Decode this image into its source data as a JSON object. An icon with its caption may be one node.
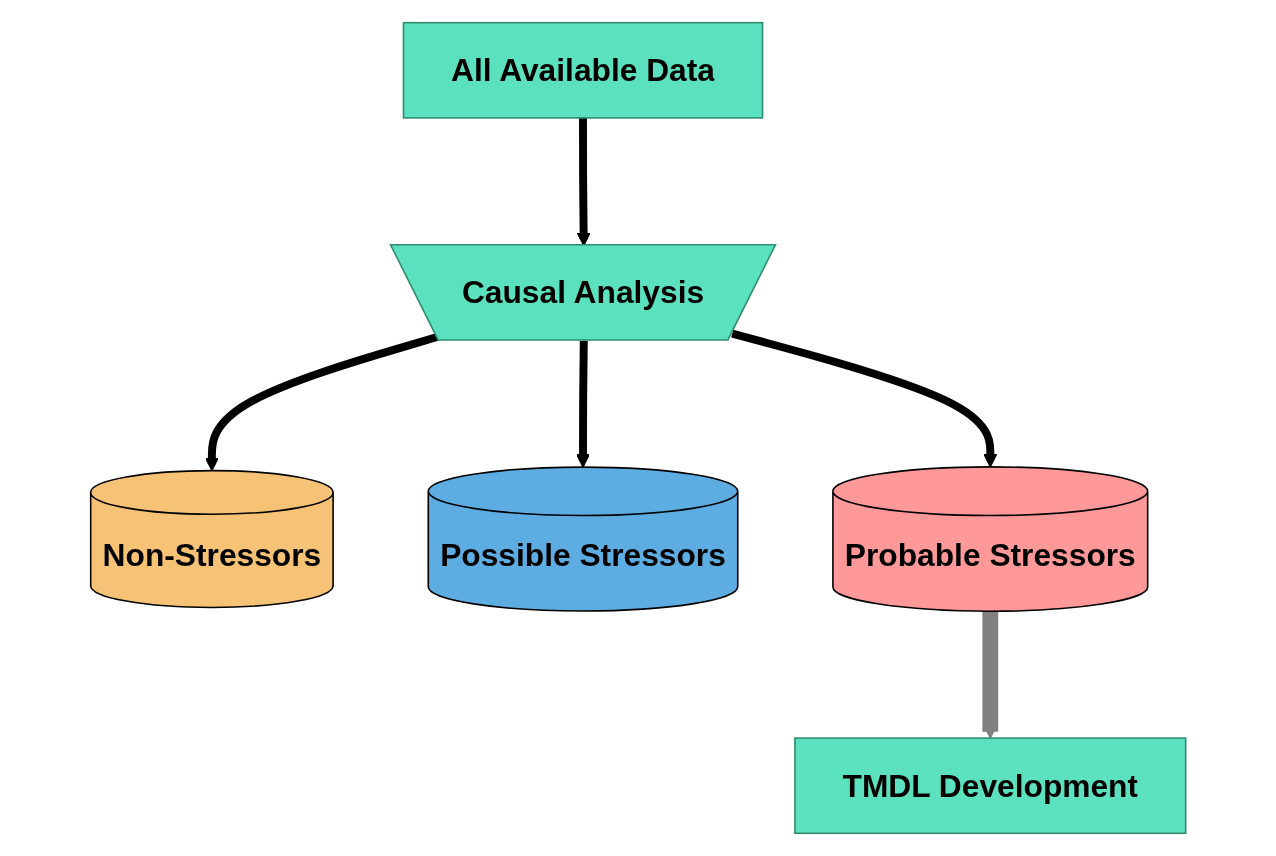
{
  "diagram": {
    "nodes": [
      {
        "text": [
          "All Available Data"
        ]
      },
      {
        "text": [
          "Causal Analysis"
        ]
      },
      {
        "text": [
          "TMDL Development"
        ]
      },
      {
        "text": [
          "Non-Stressors"
        ]
      },
      {
        "text": [
          "Possible Stressors"
        ]
      },
      {
        "text": [
          "Probable Stressors"
        ]
      }
    ],
    "edges": [
      {
        "from": 0,
        "to": 1,
        "arrow": "to"
      },
      {
        "from": 1,
        "to": 3,
        "arrow": "to"
      },
      {
        "from": 1,
        "to": 4,
        "arrow": "to"
      },
      {
        "from": 1,
        "to": 5,
        "arrow": "to"
      },
      {
        "from": 5,
        "to": 2,
        "arrow": "to",
        "style": "thick",
        "color": "#808080"
      }
    ]
  }
}
